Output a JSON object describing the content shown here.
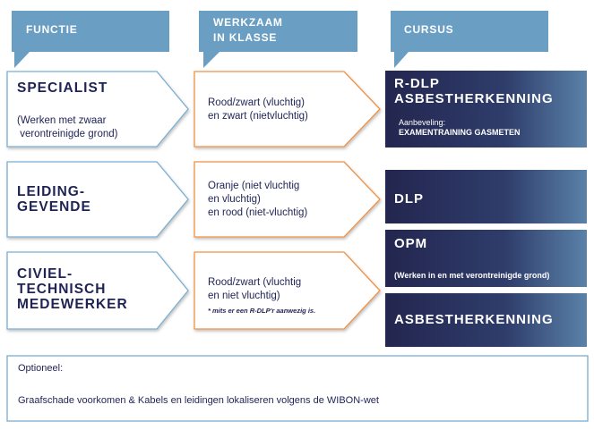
{
  "headers": {
    "functie": "FUNCTIE",
    "werkzaam": "WERKZAAM\nIN KLASSE",
    "cursus": "CURSUS"
  },
  "rows": [
    {
      "role": "SPECIALIST",
      "role_sub": "(Werken met zwaar\n verontreinigde grond)",
      "klasse": "Rood/zwart (vluchtig)\nen zwart (nietvluchtig)",
      "course": "R-DLP\nASBESTHERKENNING",
      "course_note_label": "Aanbeveling:",
      "course_note": "EXAMENTRAINING GASMETEN"
    },
    {
      "role": "LEIDING-\nGEVENDE",
      "klasse": "Oranje (niet vluchtig\nen vluchtig)\nen rood (niet-vluchtig)",
      "course": "DLP"
    },
    {
      "role": "CIVIEL-\nTECHNISCH\nMEDEWERKER",
      "klasse": "Rood/zwart (vluchtig\nen niet vluchtig)",
      "klasse_note": "* mits er een R-DLP'r aanwezig is.",
      "course": "OPM",
      "course_sub": "(Werken in en met verontreinigde grond)",
      "course2": "ASBESTHERKENNING"
    }
  ],
  "optional": {
    "title": "Optioneel:",
    "text": "Graafschade voorkomen & Kabels en leidingen lokaliseren volgens de WIBON-wet"
  },
  "colors": {
    "header_blue": "#6a9ec3",
    "role_border": "#7aaed1",
    "klasse_border": "#ef9144",
    "course_dark": "#23264f",
    "course_mid": "#2f3d6b",
    "course_light": "#5a82a8",
    "text_navy": "#1f2354"
  }
}
